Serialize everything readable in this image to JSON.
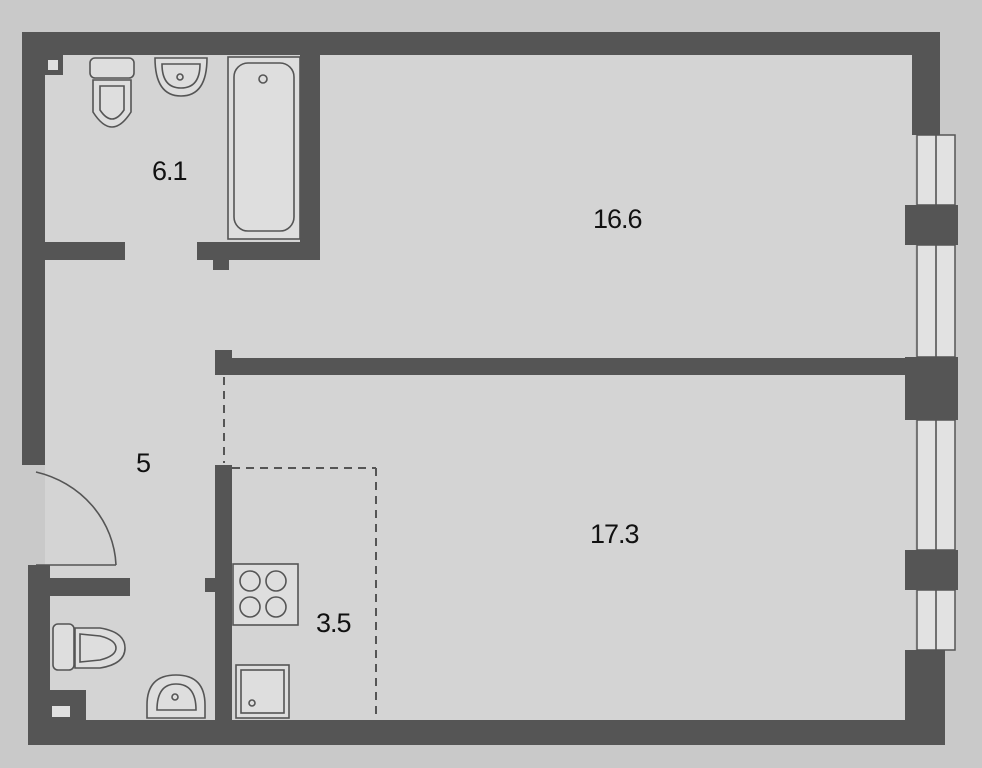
{
  "plan": {
    "rooms": [
      {
        "id": "bathroom",
        "area": "6.1"
      },
      {
        "id": "room-1",
        "area": "16.6"
      },
      {
        "id": "hallway",
        "area": "5"
      },
      {
        "id": "room-2",
        "area": "17.3"
      },
      {
        "id": "kitchen",
        "area": "3.5"
      }
    ],
    "colors": {
      "wall": "#555555",
      "floor": "#c9c9c9"
    }
  }
}
